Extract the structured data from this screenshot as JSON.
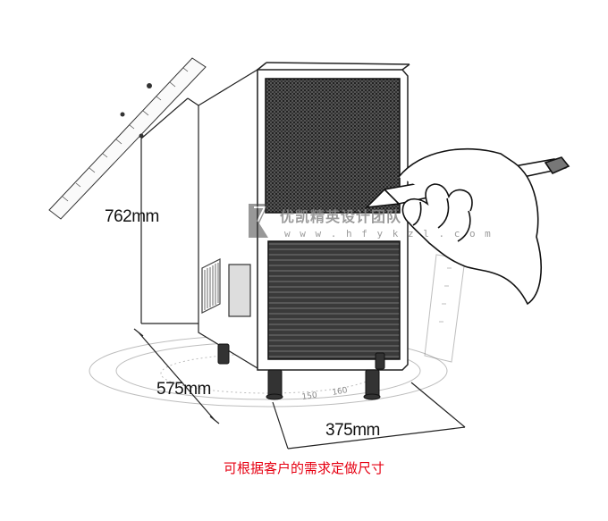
{
  "dimensions": {
    "height": "762mm",
    "depth": "575mm",
    "width": "375mm"
  },
  "caption": "可根据客户的需求定做尺寸",
  "watermark": {
    "name": "优凯精英设计团队",
    "url": "w w w . h f y k z l . c o m"
  },
  "protractor_numbers": [
    "150",
    "160"
  ],
  "colors": {
    "caption": "#e60012",
    "line": "#222222"
  }
}
